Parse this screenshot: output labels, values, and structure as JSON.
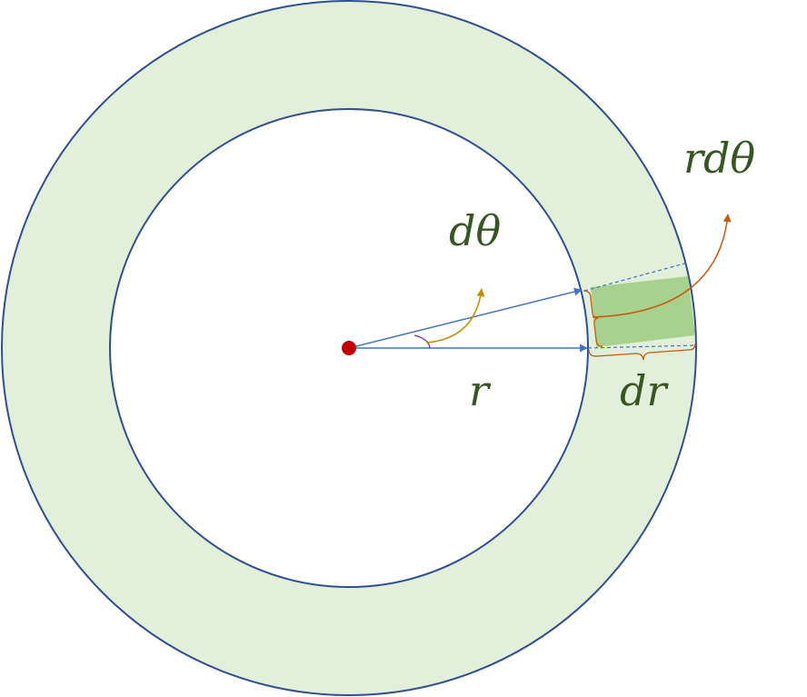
{
  "labels": {
    "radius": "r",
    "dr": "dr",
    "dtheta": "dθ",
    "rdtheta": "rdθ"
  },
  "colors": {
    "annulus_fill": "#E2EFDA",
    "element_fill": "#A9D18E",
    "circle_stroke": "#2F4F8F",
    "vector": "#4472C4",
    "center_point": "#C00000",
    "label_text": "#375623",
    "dtheta_arrow": "#BF9000",
    "rdtheta_arrow": "#C55A11",
    "brace": "#C55A11",
    "angle_arc": "#7030A0"
  }
}
